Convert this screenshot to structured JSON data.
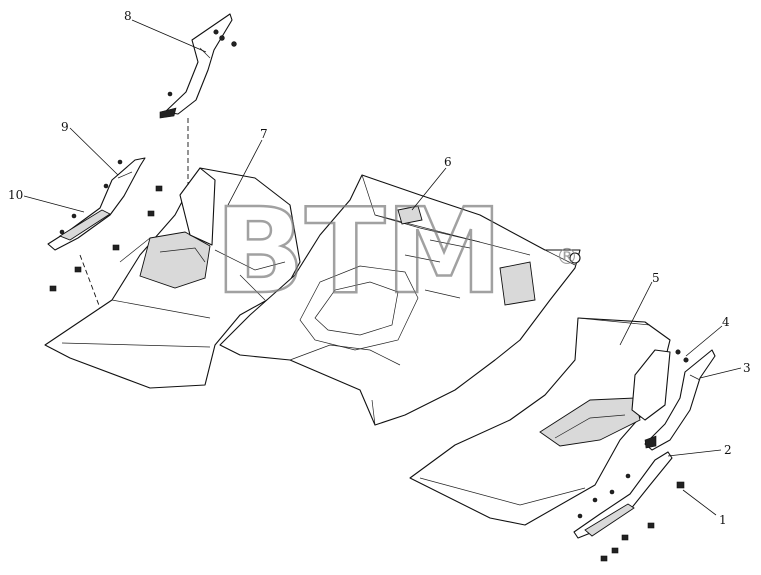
{
  "watermark": {
    "text": "BTM",
    "mark": "®"
  },
  "callouts": [
    {
      "id": "c1",
      "label": "1"
    },
    {
      "id": "c2",
      "label": "2"
    },
    {
      "id": "c3",
      "label": "3"
    },
    {
      "id": "c4",
      "label": "4"
    },
    {
      "id": "c5",
      "label": "5"
    },
    {
      "id": "c6",
      "label": "6"
    },
    {
      "id": "c7",
      "label": "7"
    },
    {
      "id": "c8",
      "label": "8"
    },
    {
      "id": "c9",
      "label": "9"
    },
    {
      "id": "c10",
      "label": "10"
    }
  ]
}
